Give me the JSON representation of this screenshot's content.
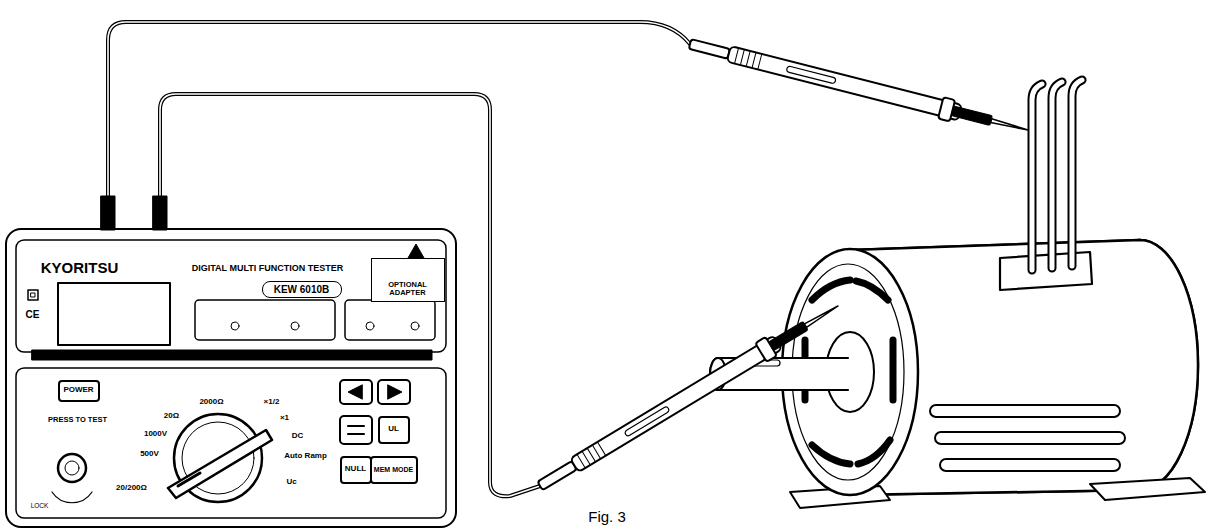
{
  "diagram": {
    "caption": "Fig. 3",
    "nodes": [
      {
        "text": [
          "KYORITSU",
          "DIGITAL MULTI FUNCTION TESTER",
          "CE",
          "PRESS TO TEST",
          "2000Ω",
          "20Ω",
          "1000V",
          "500V",
          "20/200Ω",
          "×1/2",
          "×1",
          "DC",
          "Auto Ramp",
          "Uc",
          "LOCK"
        ]
      },
      {
        "text": [
          "KEW 6010B"
        ],
        "in": 0
      },
      {
        "text": [
          "OPTIONAL ADAPTER"
        ],
        "in": 0
      },
      {
        "text": [
          "POWER"
        ],
        "in": 0
      },
      {
        "text": [
          "NULL"
        ],
        "in": 0
      },
      {
        "text": [
          "MEM MODE"
        ],
        "in": 0
      },
      {
        "text": [
          "UL"
        ],
        "in": 0
      }
    ]
  }
}
